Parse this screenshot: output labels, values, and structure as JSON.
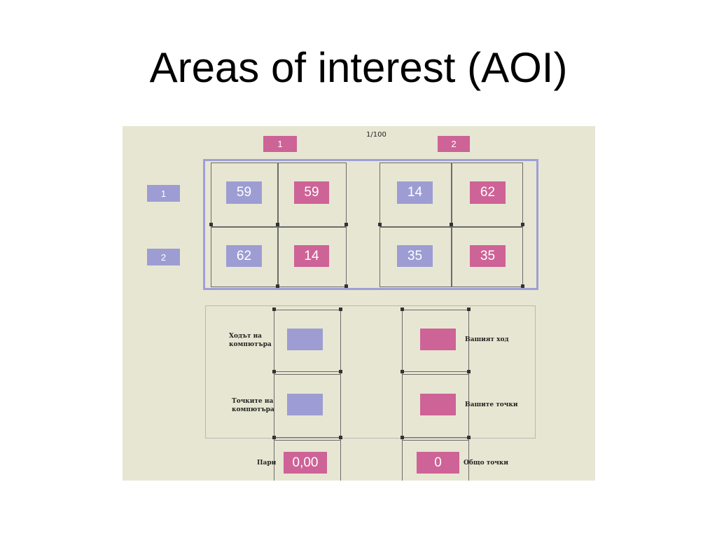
{
  "slide": {
    "title": "Areas of interest (AOI)"
  },
  "screen": {
    "counter": "1/100",
    "column_labels": [
      "1",
      "2"
    ],
    "row_labels": [
      "1",
      "2"
    ],
    "grid": {
      "row1": [
        "59",
        "59",
        "14",
        "62"
      ],
      "row2": [
        "62",
        "14",
        "35",
        "35"
      ]
    },
    "labels": {
      "computer_move": "Ходът на компютъра",
      "computer_points": "Точките на компютъра",
      "your_move": "Вашият ход",
      "your_points": "Вашите точки",
      "money": "Пари",
      "total_points": "Общо точки"
    },
    "values": {
      "money": "0,00",
      "total_points": "0"
    }
  },
  "colors": {
    "pink": "#cd6396",
    "blue": "#9d9dd3",
    "background": "#e7e6d2",
    "frame": "#9f9fd8"
  }
}
